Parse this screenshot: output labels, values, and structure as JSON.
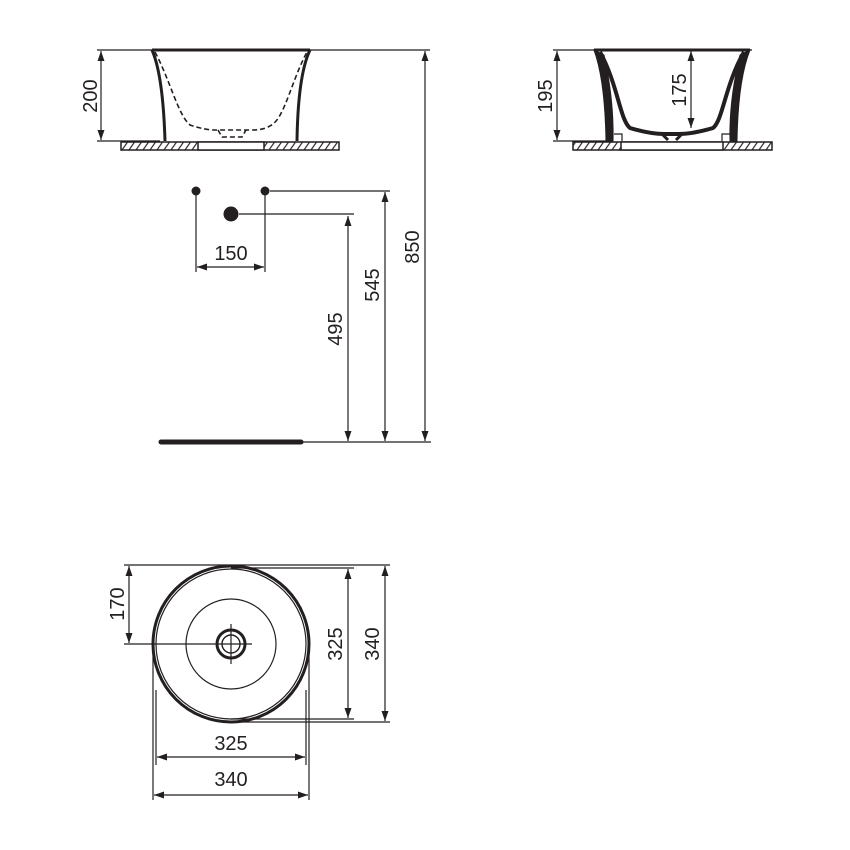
{
  "drawing": {
    "title": "Countertop washbasin technical drawing",
    "colors": {
      "line": "#231f20",
      "background": "#ffffff",
      "hatch": "#231f20"
    },
    "front_view": {
      "height_label": "200"
    },
    "side_view": {
      "overall_height_label": "195",
      "bowl_depth_label": "175"
    },
    "installation": {
      "tap_spacing_label": "150",
      "waste_height_label": "495",
      "supply_height_label": "545",
      "worktop_height_label": "850"
    },
    "plan_view": {
      "waste_offset_label": "170",
      "inner_depth_label": "325",
      "outer_depth_label": "340",
      "inner_width_label": "325",
      "outer_width_label": "340"
    }
  }
}
